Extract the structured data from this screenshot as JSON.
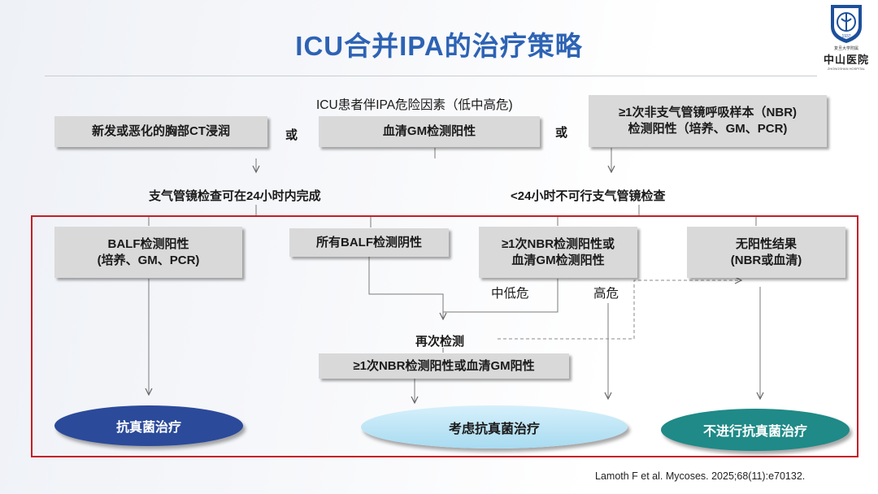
{
  "title": "ICU合并IPA的治疗策略",
  "logo": {
    "year": "1937",
    "subtitle": "复旦大学附属",
    "name": "中山医院",
    "name_en": "ZHONGSHAN HOSPITAL"
  },
  "risk_header": "ICU患者伴IPA危险因素（低中高危)",
  "criteria": {
    "ct": "新发或恶化的胸部CT浸润",
    "or1": "或",
    "gm": "血清GM检测阳性",
    "or2": "或",
    "nbr_line1": "≥1次非支气管镜呼吸样本（NBR)",
    "nbr_line2": "检测阳性（培养、GM、PCR)"
  },
  "branches": {
    "left": "支气管镜检查可在24小时内完成",
    "right": "<24小时不可行支气管镜检查"
  },
  "results": {
    "balf_pos_line1": "BALF检测阳性",
    "balf_pos_line2": "(培养、GM、PCR)",
    "balf_neg": "所有BALF检测阴性",
    "nbr_pos_line1": "≥1次NBR检测阳性或",
    "nbr_pos_line2": "血清GM检测阳性",
    "no_pos_line1": "无阳性结果",
    "no_pos_line2": "(NBR或血清)"
  },
  "risk_labels": {
    "low_mid": "中低危",
    "high": "高危"
  },
  "retest": {
    "label": "再次检测",
    "result": "≥1次NBR检测阳性或血清GM阳性"
  },
  "outcomes": {
    "antifungal": "抗真菌治疗",
    "consider": "考虑抗真菌治疗",
    "no_treatment": "不进行抗真菌治疗"
  },
  "citation": "Lamoth F et al. Mycoses. 2025;68(11):e70132.",
  "colors": {
    "title": "#2d63b4",
    "frame": "#c41e28",
    "outcome_antifungal": "#2b4a9a",
    "outcome_consider": "#bfe6f6",
    "outcome_none": "#1f8a87",
    "box": "#d9d9d9"
  }
}
